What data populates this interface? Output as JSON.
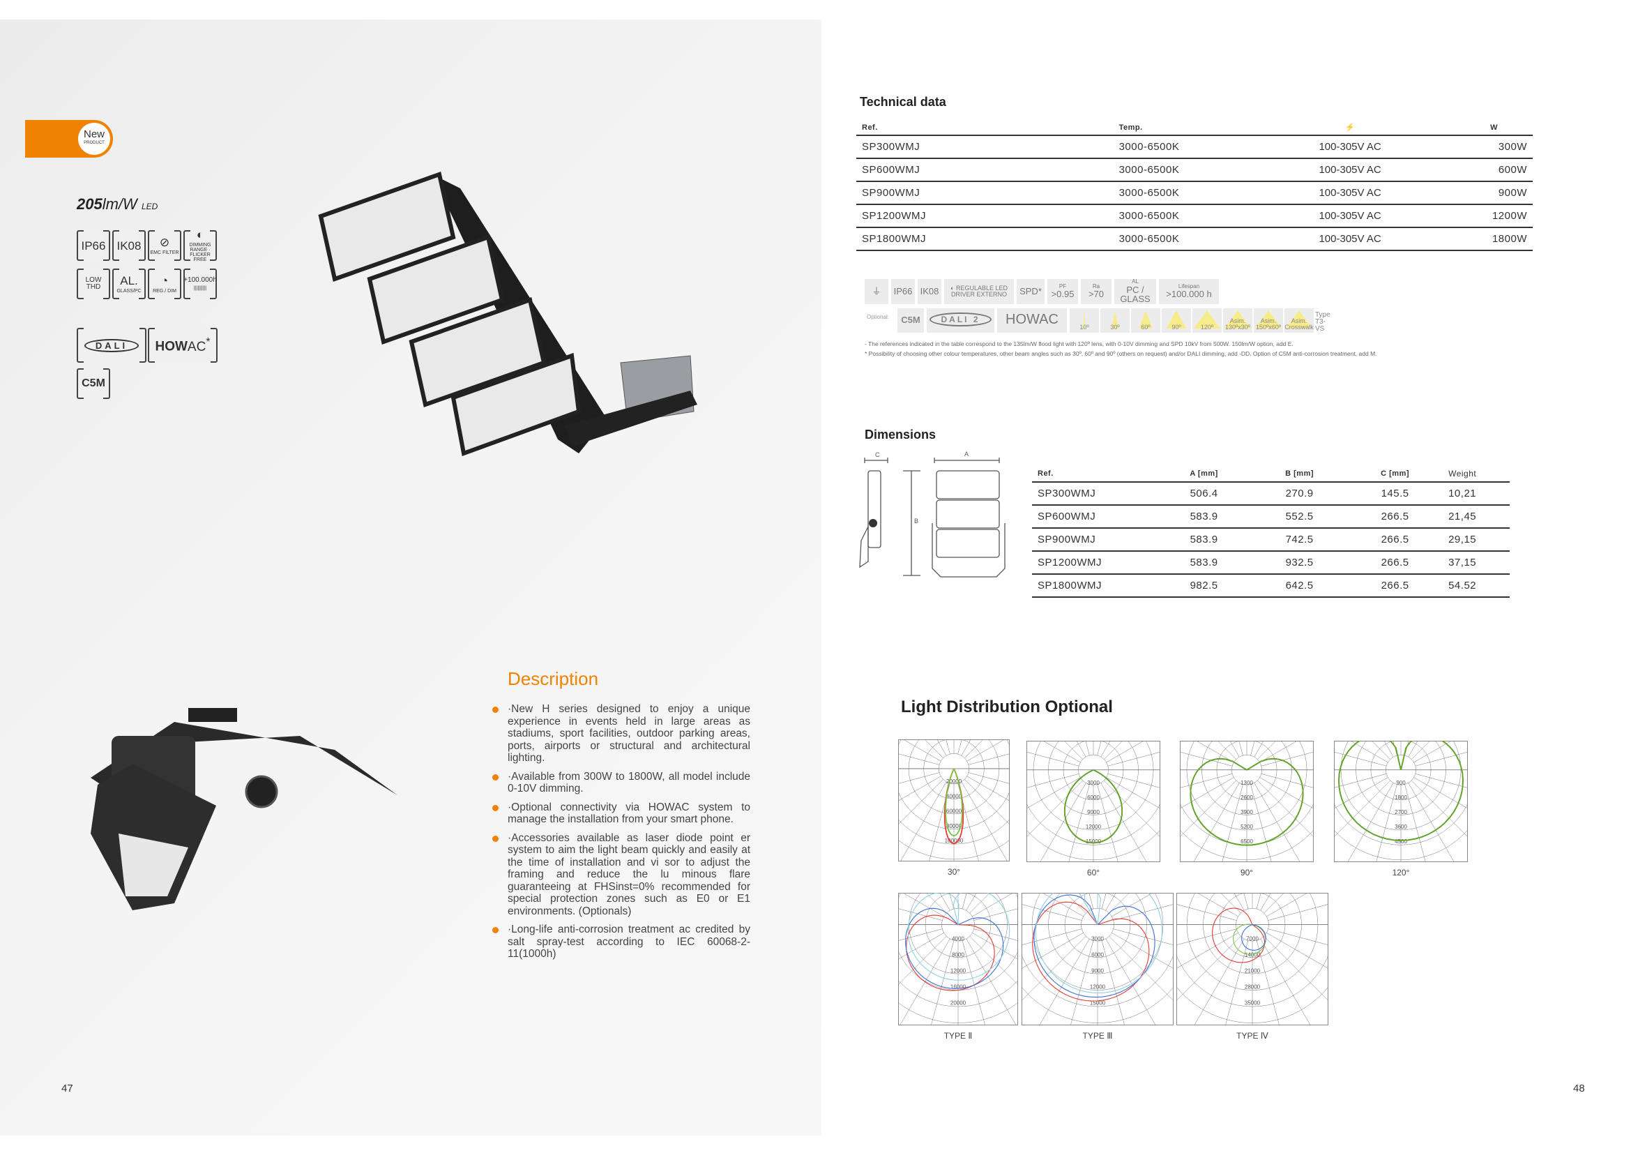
{
  "left_page": {
    "badge": {
      "new": "New",
      "product": "PRODUCT"
    },
    "efficacy": {
      "value": "205",
      "unit": "lm/W",
      "suffix": "LED"
    },
    "feature_icons": [
      {
        "label": "IP66",
        "sub": ""
      },
      {
        "label": "IK08",
        "sub": ""
      },
      {
        "label": "⊘",
        "sub": "EMC FILTER"
      },
      {
        "label": "◐",
        "sub": "DIMMING RANGE · FLICKER FREE"
      },
      {
        "label": "LOW THD",
        "sub": ""
      },
      {
        "label": "AL.",
        "sub": "GLASS/PC"
      },
      {
        "label": "◔",
        "sub": "REG / DIM"
      },
      {
        "label": "+100.000h",
        "sub": "||||||||||"
      }
    ],
    "option_icons": {
      "dali": "DALI",
      "howac_bold": "HOW",
      "howac_light": "AC",
      "c5m": "C5M",
      "asterisk": "*"
    },
    "description": {
      "title": "Description",
      "items": [
        "·New H series designed to enjoy a unique experience in events held in large areas as stadiums, sport facilities, outdoor parking areas, ports, airports or structural and architectural lighting.",
        "·Available from 300W to 1800W, all model include 0-10V dimming.",
        "·Optional connectivity via HOWAC system to manage the installation from your smart phone.",
        "·Accessories available as laser diode point er system to aim the light beam quickly and easily at the time of installation and vi sor to adjust the framing and reduce the lu minous flare guaranteeing at FHSinst=0% recommended for special protection zones such as E0 or E1 environments. (Optionals)",
        "·Long-life anti-corrosion treatment ac credited by salt spray-test according to IEC 60068-2-11(1000h)"
      ]
    },
    "page_number": "47"
  },
  "right_page": {
    "technical": {
      "title": "Technical data",
      "headers": [
        "Ref.",
        "Temp.",
        "⚡",
        "W"
      ],
      "rows": [
        [
          "SP300WMJ",
          "3000-6500K",
          "100-305V AC",
          "300W"
        ],
        [
          "SP600WMJ",
          "3000-6500K",
          "100-305V AC",
          "600W"
        ],
        [
          "SP900WMJ",
          "3000-6500K",
          "100-305V AC",
          "900W"
        ],
        [
          "SP1200WMJ",
          "3000-6500K",
          "100-305V AC",
          "1200W"
        ],
        [
          "SP1800WMJ",
          "3000-6500K",
          "100-305V AC",
          "1800W"
        ]
      ]
    },
    "spec_tiles": [
      {
        "top": "",
        "main": "⏚"
      },
      {
        "top": "",
        "main": "IP66"
      },
      {
        "top": "",
        "main": "IK08"
      },
      {
        "top": "",
        "main": "◐ REGULABLE LED DRIVER EXTERNO"
      },
      {
        "top": "",
        "main": "SPD*"
      },
      {
        "top": "PF",
        "main": ">0.95"
      },
      {
        "top": "Ra",
        "main": ">70"
      },
      {
        "top": "AL",
        "main": "PC / GLASS"
      },
      {
        "top": "Lifespan",
        "main": ">100.000 h"
      }
    ],
    "optional": {
      "label": "Optional:",
      "items": [
        "C5M",
        "DALI 2",
        "HOWAC"
      ],
      "beams": [
        {
          "label": "10º",
          "w": 4
        },
        {
          "label": "30º",
          "w": 12
        },
        {
          "label": "60º",
          "w": 24
        },
        {
          "label": "90º",
          "w": 36
        },
        {
          "label": "120º",
          "w": 48
        },
        {
          "label": "Asim. 130ºx30º",
          "w": 48
        },
        {
          "label": "Asim. 150ºx60º",
          "w": 48
        },
        {
          "label": "Asim. Crosswalk",
          "w": 48
        }
      ],
      "type": "Type T3-VS"
    },
    "notes": [
      "- The references indicated in the table correspond to the 135lm/W flood light with 120º lens, with 0-10V dimming and SPD 10kV from 500W. 150lm/W option, add E.",
      "* Possibility of choosing other colour temperatures, other beam angles such as 30º, 60º and 90º (others on request) and/or DALI dimming, add -DD. Option of C5M anti-corrosion treatment, add M."
    ],
    "dimensions": {
      "title": "Dimensions",
      "drawing_labels": {
        "a": "A",
        "b": "B",
        "c": "C"
      },
      "headers": [
        "Ref.",
        "A [mm]",
        "B [mm]",
        "C [mm]",
        "Weight"
      ],
      "rows": [
        [
          "SP300WMJ",
          "506.4",
          "270.9",
          "145.5",
          "10,21"
        ],
        [
          "SP600WMJ",
          "583.9",
          "552.5",
          "266.5",
          "21,45"
        ],
        [
          "SP900WMJ",
          "583.9",
          "742.5",
          "266.5",
          "29,15"
        ],
        [
          "SP1200WMJ",
          "583.9",
          "932.5",
          "266.5",
          "37,15"
        ],
        [
          "SP1800WMJ",
          "982.5",
          "642.5",
          "266.5",
          "54.52"
        ]
      ]
    },
    "light_distribution": {
      "title": "Light Distribution Optional",
      "diagrams": [
        {
          "label": "30°",
          "rings": [
            "20000",
            "40000",
            "60000",
            "80000",
            "100000"
          ],
          "curves": [
            {
              "color": "#e53935",
              "spread": 0.12,
              "len": 0.95
            },
            {
              "color": "#7cc144",
              "spread": 0.12,
              "len": 0.85
            }
          ]
        },
        {
          "label": "60°",
          "rings": [
            "3000",
            "6000",
            "9000",
            "12000",
            "15000"
          ],
          "curves": [
            {
              "color": "#e53935",
              "spread": 0.3,
              "len": 0.93
            },
            {
              "color": "#5aaa2a",
              "spread": 0.3,
              "len": 0.93
            }
          ]
        },
        {
          "label": "90°",
          "rings": [
            "1300",
            "2600",
            "3900",
            "5200",
            "6500"
          ],
          "curves": [
            {
              "color": "#e53935",
              "spread": 0.58,
              "len": 0.96
            },
            {
              "color": "#5aaa2a",
              "spread": 0.58,
              "len": 0.96
            }
          ]
        },
        {
          "label": "120°",
          "rings": [
            "900",
            "1800",
            "2700",
            "3600",
            "4500"
          ],
          "curves": [
            {
              "color": "#e53935",
              "spread": 0.8,
              "len": 0.9
            },
            {
              "color": "#5aaa2a",
              "spread": 0.8,
              "len": 0.9
            }
          ]
        },
        {
          "label": "TYPE Ⅱ",
          "rings": [
            "4000",
            "8000",
            "12000",
            "16000",
            "20000"
          ],
          "curves": [
            {
              "color": "#e53935",
              "spread": 0.5,
              "len": 0.78,
              "skew": -0.3
            },
            {
              "color": "#3a6fd8",
              "spread": 0.6,
              "len": 0.75,
              "skew": -0.2
            },
            {
              "color": "#8fd0e0",
              "spread": 0.9,
              "len": 0.65,
              "skew": 0.1
            }
          ]
        },
        {
          "label": "TYPE Ⅲ",
          "rings": [
            "3000",
            "6000",
            "9000",
            "12000",
            "15000"
          ],
          "curves": [
            {
              "color": "#e53935",
              "spread": 0.6,
              "len": 0.9,
              "skew": -0.3
            },
            {
              "color": "#3a6fd8",
              "spread": 0.7,
              "len": 0.85,
              "skew": -0.2
            },
            {
              "color": "#8fd0e0",
              "spread": 0.95,
              "len": 0.8,
              "skew": 0.2
            }
          ]
        },
        {
          "label": "TYPE Ⅳ",
          "rings": [
            "7000",
            "14000",
            "21000",
            "28000",
            "35000"
          ],
          "curves": [
            {
              "color": "#e53935",
              "spread": 0.5,
              "len": 0.5,
              "skew": -0.9
            },
            {
              "color": "#7cc144",
              "spread": 0.4,
              "len": 0.35,
              "skew": -0.2
            },
            {
              "color": "#3a6fd8",
              "spread": 0.35,
              "len": 0.3,
              "skew": 0.1
            }
          ]
        }
      ]
    },
    "page_number": "48"
  }
}
